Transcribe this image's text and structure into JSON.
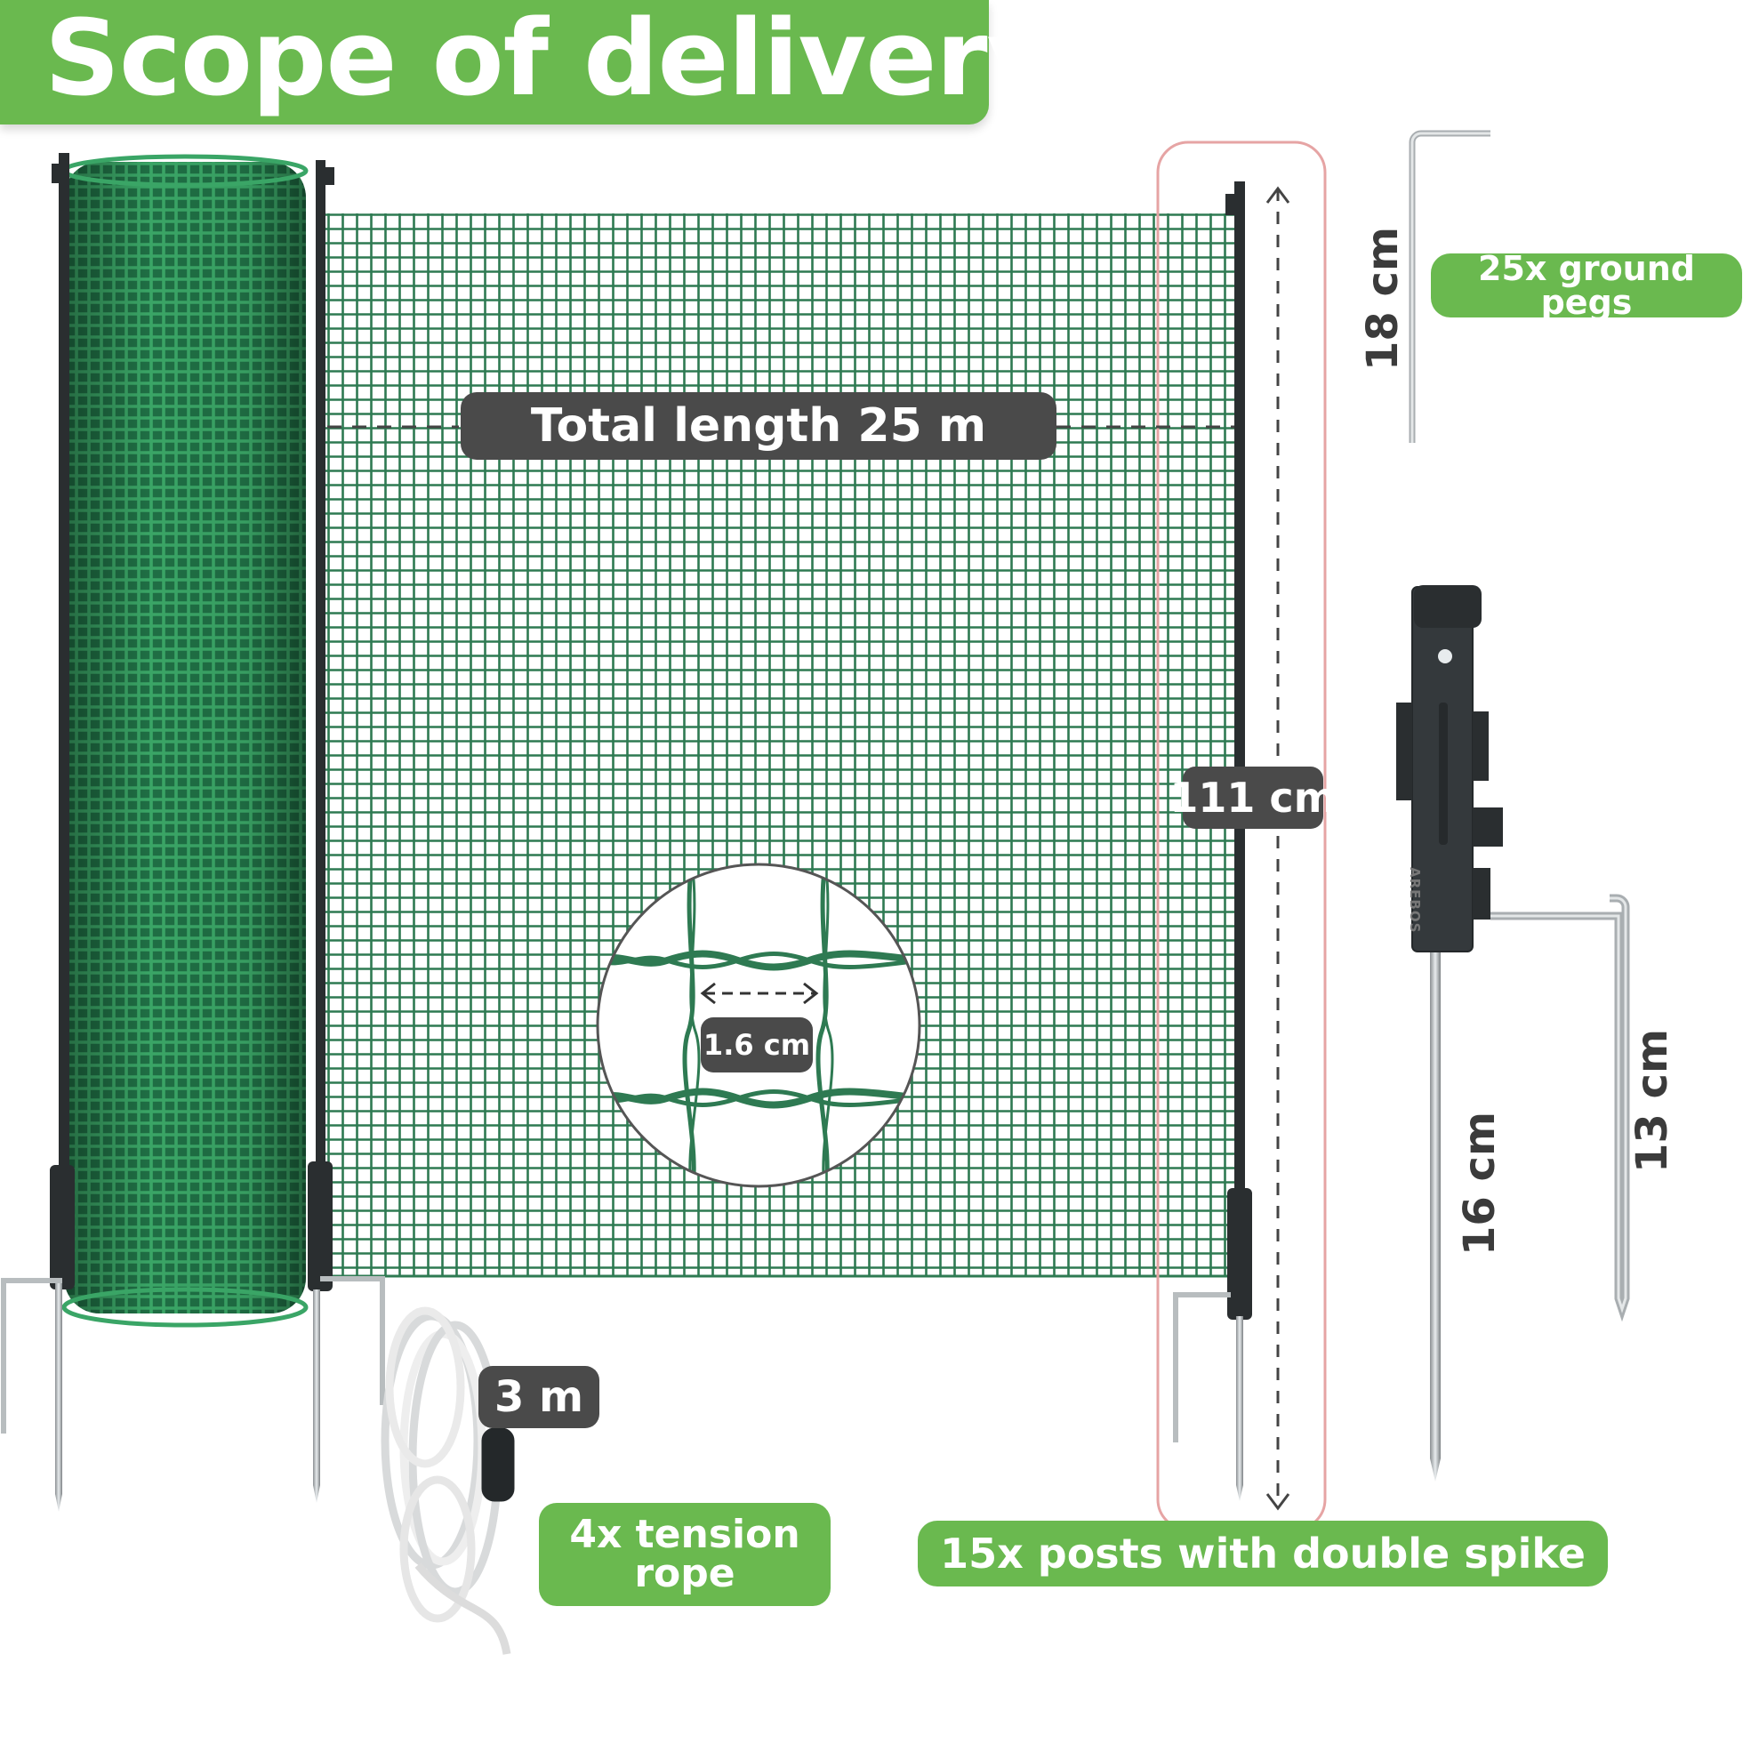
{
  "header": {
    "title": "Scope of delivery"
  },
  "dimensions": {
    "total_length": "Total length 25 m",
    "height": "111 cm",
    "mesh": "1.6 cm",
    "rope_length": "3 m",
    "peg_height": "18 cm",
    "post_spike_long": "16 cm",
    "post_spike_short": "13 cm"
  },
  "items": {
    "ground_pegs": "25x ground pegs",
    "tension_rope": "4x tension rope",
    "posts": "15x posts with double spike"
  },
  "post_brand": "AREBOS",
  "colors": {
    "accent_green": "#6ab94f",
    "net_green": "#2e7a52",
    "roll_green": "#2f8a55",
    "label_dark": "#4a4a4a",
    "post_black": "#2a2e30",
    "highlight_pink": "#e6a4a4"
  }
}
